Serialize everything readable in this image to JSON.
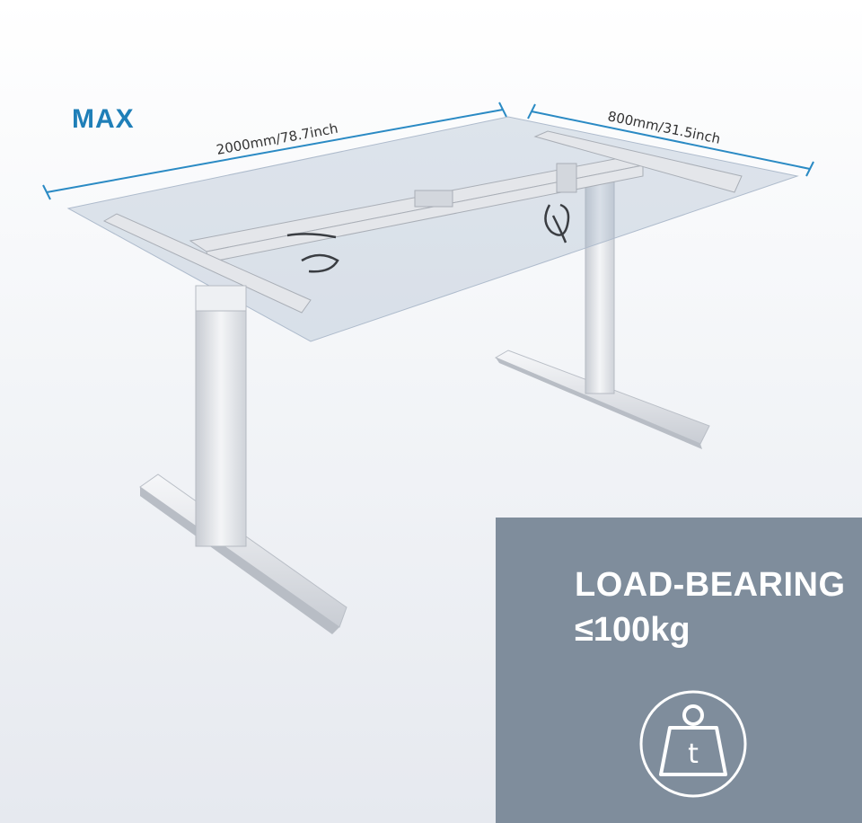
{
  "max_label": "MAX",
  "dimensions": {
    "length": "2000mm/78.7inch",
    "width": "800mm/31.5inch"
  },
  "load": {
    "title": "LOAD-BEARING",
    "value": "≤100kg",
    "icon_glyph": "t",
    "icon": "weight-icon"
  },
  "colors": {
    "accent": "#1f7fb8",
    "panel": "#7f8d9c",
    "dimension_line": "#2a8ac4",
    "frame": "#e4e6ea"
  }
}
